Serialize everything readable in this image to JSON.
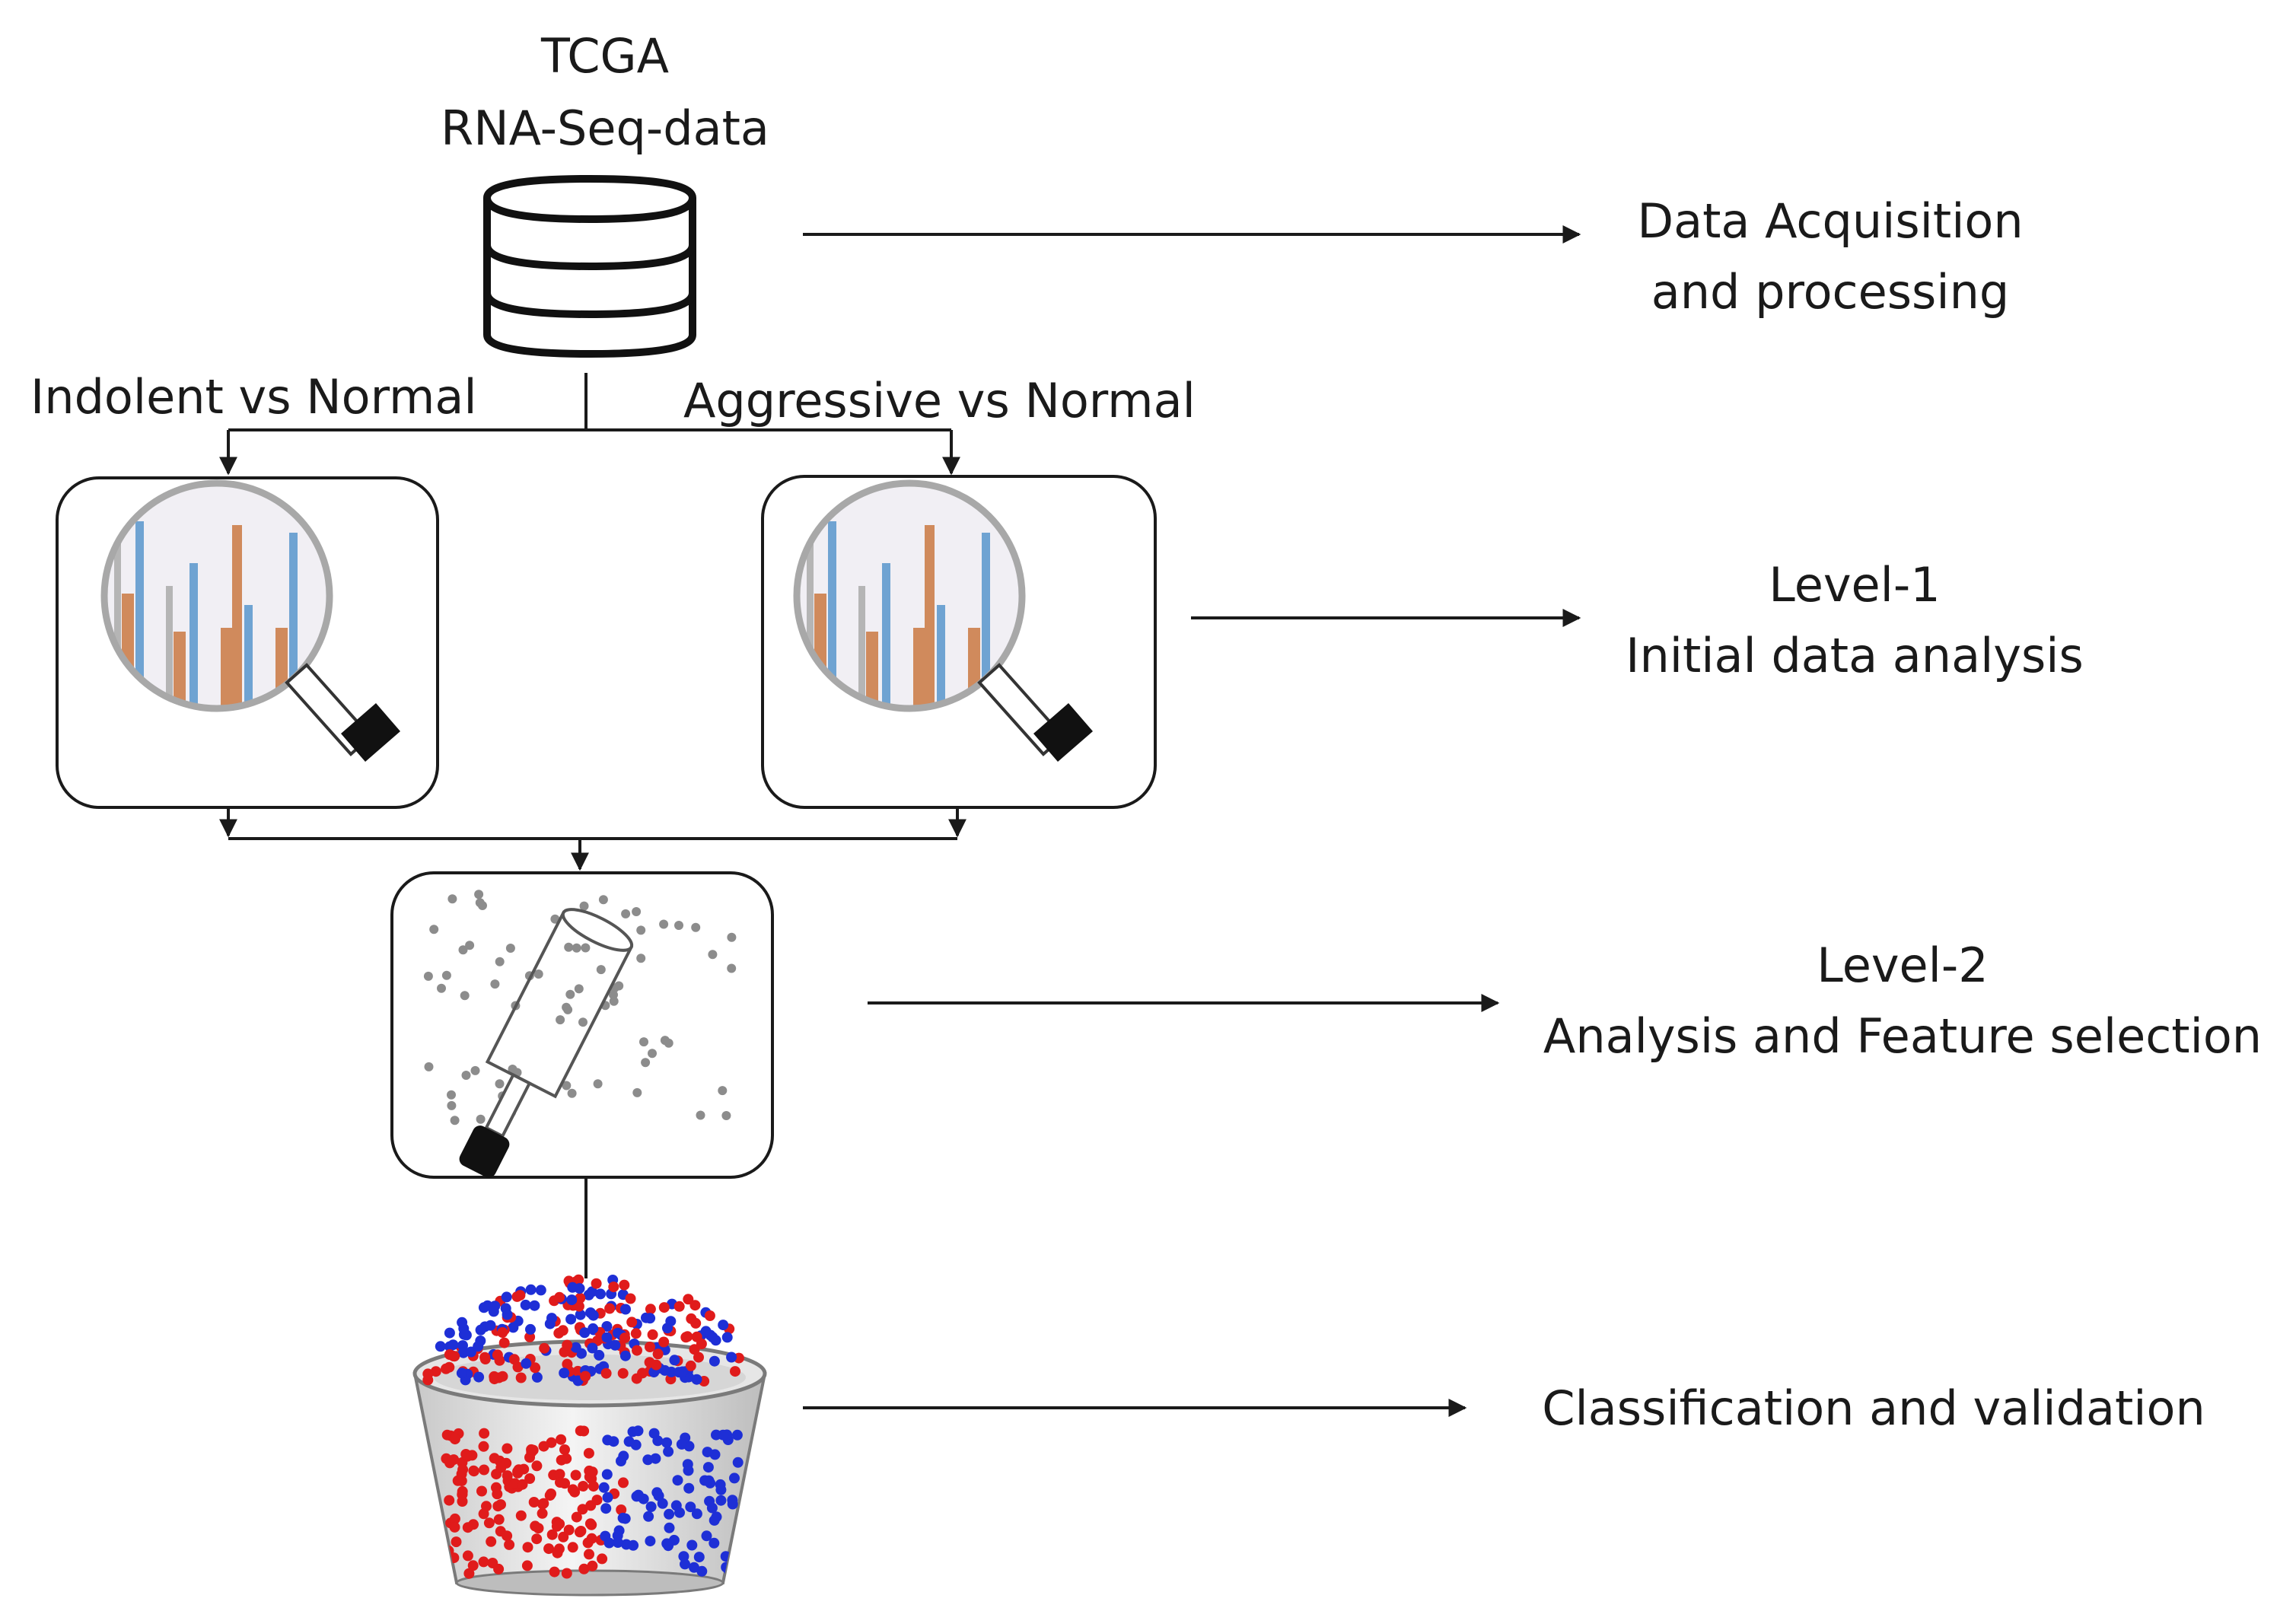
{
  "source": {
    "line1": "TCGA",
    "line2": "RNA-Seq-data",
    "icon": "database-icon"
  },
  "branches": {
    "left": "Indolent vs Normal",
    "right": "Aggressive vs Normal"
  },
  "stages": [
    {
      "id": "acquisition",
      "lines": [
        "Data Acquisition",
        "and processing"
      ]
    },
    {
      "id": "level1",
      "lines": [
        "Level-1",
        "Initial data analysis"
      ]
    },
    {
      "id": "level2",
      "lines": [
        "Level-2",
        "Analysis and Feature selection"
      ]
    },
    {
      "id": "classification",
      "lines": [
        "Classification and validation"
      ]
    }
  ],
  "icons": {
    "level1": "magnifier-bar-chart-icon",
    "level2": "magnifier-scatter-icon",
    "classification": "bucket-of-dots-icon"
  },
  "colors": {
    "line": "#1a1a1a",
    "bar_orange": "#d08a5c",
    "bar_blue": "#6fa3d2",
    "bar_gray": "#b5b5b5",
    "dot_red": "#e01b1b",
    "dot_blue": "#1e2fd6",
    "dot_gray": "#8c8c8c",
    "lens_fill": "#f1eff4",
    "handle": "#111111"
  }
}
